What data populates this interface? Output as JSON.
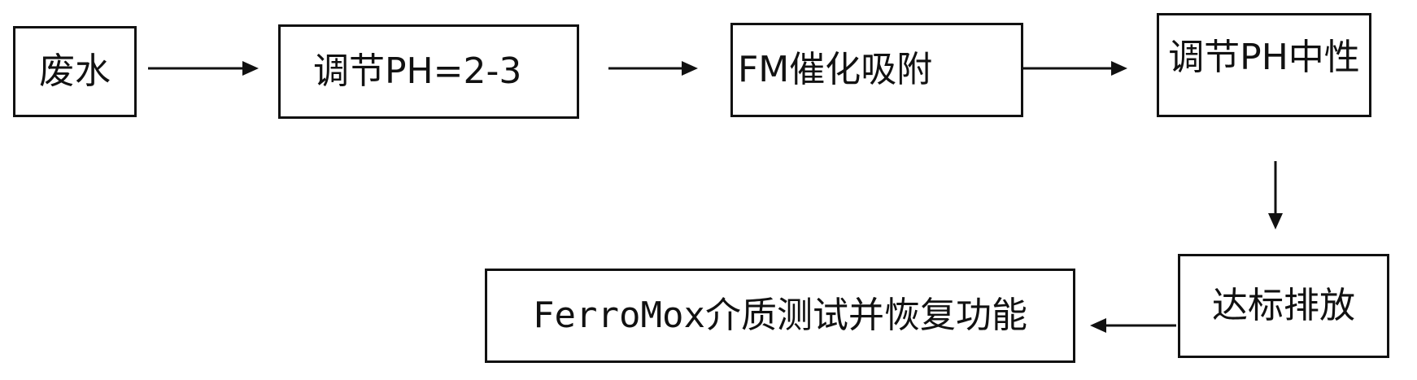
{
  "diagram": {
    "nodes": [
      {
        "id": "b1",
        "label": "废水"
      },
      {
        "id": "b2",
        "label": "调节PH=2-3"
      },
      {
        "id": "b3",
        "label": "FM催化吸附"
      },
      {
        "id": "b4",
        "label": "调节PH中性"
      },
      {
        "id": "b5",
        "label": "达标排放"
      },
      {
        "id": "b6",
        "label": "FerroMox介质测试并恢复功能"
      }
    ],
    "edges": [
      {
        "from": "b1",
        "to": "b2"
      },
      {
        "from": "b2",
        "to": "b3"
      },
      {
        "from": "b3",
        "to": "b4"
      },
      {
        "from": "b4",
        "to": "b5"
      },
      {
        "from": "b5",
        "to": "b6"
      }
    ],
    "colors": {
      "stroke": "#111111",
      "background": "#ffffff"
    }
  }
}
